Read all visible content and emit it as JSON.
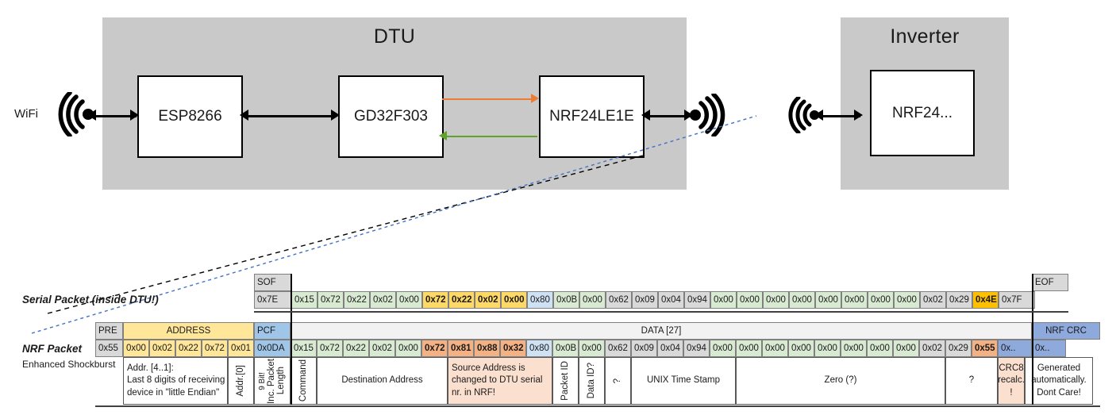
{
  "diagram": {
    "wifi_label": "WiFi",
    "dtu": {
      "title": "DTU",
      "chips": [
        "ESP8266",
        "GD32F303",
        "NRF24LE1E"
      ]
    },
    "inverter": {
      "title": "Inverter",
      "chips": [
        "NRF24..."
      ]
    },
    "link_colors": {
      "serial_tx": "#ED7D31",
      "serial_rx": "#5FA32A",
      "black": "#000000",
      "enclosure": "#c9c9c9"
    }
  },
  "labels": {
    "serial_packet": "Serial Packet (inside DTU!)",
    "nrf_packet": "NRF Packet",
    "enhanced_shockburst": "Enhanced Shockburst"
  },
  "colors": {
    "green": "#d9ead3",
    "yellow": "#ffd966",
    "orange_dark": "#ffc000",
    "blue": "#cfe2f3",
    "gray": "#d9d9d9",
    "salmon": "#f4b183",
    "salmon_light": "#fbe0cf",
    "nrf_blue": "#8ea9db",
    "address_yellow": "#ffe699",
    "pcf_blue": "#9fc5e8",
    "data_gray": "#f2f2f2"
  },
  "serial_packet": {
    "sof_header": "SOF",
    "eof_header": "EOF",
    "sof_value": "0x7E",
    "eof_value": "0x7F",
    "bytes": [
      {
        "v": "0x15",
        "c": "green"
      },
      {
        "v": "0x72",
        "c": "green"
      },
      {
        "v": "0x22",
        "c": "green"
      },
      {
        "v": "0x02",
        "c": "green"
      },
      {
        "v": "0x00",
        "c": "green"
      },
      {
        "v": "0x72",
        "c": "yellow",
        "b": true
      },
      {
        "v": "0x22",
        "c": "yellow",
        "b": true
      },
      {
        "v": "0x02",
        "c": "yellow",
        "b": true
      },
      {
        "v": "0x00",
        "c": "yellow",
        "b": true
      },
      {
        "v": "0x80",
        "c": "blue"
      },
      {
        "v": "0x0B",
        "c": "green"
      },
      {
        "v": "0x00",
        "c": "green"
      },
      {
        "v": "0x62",
        "c": "gray"
      },
      {
        "v": "0x09",
        "c": "gray"
      },
      {
        "v": "0x04",
        "c": "gray"
      },
      {
        "v": "0x94",
        "c": "gray"
      },
      {
        "v": "0x00",
        "c": "green"
      },
      {
        "v": "0x00",
        "c": "green"
      },
      {
        "v": "0x00",
        "c": "green"
      },
      {
        "v": "0x00",
        "c": "green"
      },
      {
        "v": "0x00",
        "c": "green"
      },
      {
        "v": "0x00",
        "c": "green"
      },
      {
        "v": "0x00",
        "c": "green"
      },
      {
        "v": "0x00",
        "c": "green"
      },
      {
        "v": "0x02",
        "c": "gray"
      },
      {
        "v": "0x29",
        "c": "gray"
      },
      {
        "v": "0x4E",
        "c": "orange_dark",
        "b": true
      }
    ]
  },
  "nrf_packet": {
    "headers": {
      "pre": "PRE",
      "address": "ADDRESS",
      "pcf": "PCF",
      "data": "DATA [27]",
      "nrf_crc": "NRF CRC"
    },
    "pre_value": "0x55",
    "address_values": [
      "0x00",
      "0x02",
      "0x22",
      "0x72",
      "0x01"
    ],
    "pcf_value": "0x0DA",
    "crc_values": [
      "0x..",
      "0x.."
    ],
    "bytes": [
      {
        "v": "0x15",
        "c": "green"
      },
      {
        "v": "0x72",
        "c": "green"
      },
      {
        "v": "0x22",
        "c": "green"
      },
      {
        "v": "0x02",
        "c": "green"
      },
      {
        "v": "0x00",
        "c": "green"
      },
      {
        "v": "0x72",
        "c": "salmon",
        "b": true
      },
      {
        "v": "0x81",
        "c": "salmon",
        "b": true
      },
      {
        "v": "0x88",
        "c": "salmon",
        "b": true
      },
      {
        "v": "0x32",
        "c": "salmon",
        "b": true
      },
      {
        "v": "0x80",
        "c": "blue"
      },
      {
        "v": "0x0B",
        "c": "green"
      },
      {
        "v": "0x00",
        "c": "green"
      },
      {
        "v": "0x62",
        "c": "gray"
      },
      {
        "v": "0x09",
        "c": "gray"
      },
      {
        "v": "0x04",
        "c": "gray"
      },
      {
        "v": "0x94",
        "c": "gray"
      },
      {
        "v": "0x00",
        "c": "green"
      },
      {
        "v": "0x00",
        "c": "green"
      },
      {
        "v": "0x00",
        "c": "green"
      },
      {
        "v": "0x00",
        "c": "green"
      },
      {
        "v": "0x00",
        "c": "green"
      },
      {
        "v": "0x00",
        "c": "green"
      },
      {
        "v": "0x00",
        "c": "green"
      },
      {
        "v": "0x00",
        "c": "green"
      },
      {
        "v": "0x02",
        "c": "gray"
      },
      {
        "v": "0x29",
        "c": "gray"
      },
      {
        "v": "0x55",
        "c": "salmon",
        "b": true
      }
    ],
    "descriptions": {
      "address_note": "Addr. [4..1]:\nLast 8 digits of receiving device in \"little Endian\"",
      "addr0": "Addr.[0]",
      "pcf_note": "9 Bit!\nInc. Packet Length",
      "pcf_note_line1": "9 Bit!",
      "pcf_note_line2": "Inc. Packet",
      "pcf_note_line3": "Length",
      "command": "Command",
      "destination_address": "Destination Address",
      "source_address_note": "Source Address is changed to DTU serial nr. in NRF!",
      "packet_id": "Packet ID",
      "data_id": "Data ID?",
      "unknown_short": "?",
      "unix_time_stamp": "UNIX Time Stamp",
      "zero": "Zero (?)",
      "unknown_wide": "?",
      "crc8": "CRC8 recalc. !",
      "crc8_l1": "CRC8",
      "crc8_l2": "recalc.",
      "crc8_l3": "!",
      "nrf_crc_note": "Generated automatically. Dont Care!",
      "nrf_crc_l1": "Generated",
      "nrf_crc_l2": "automatically.",
      "nrf_crc_l3": "Dont Care!"
    }
  }
}
